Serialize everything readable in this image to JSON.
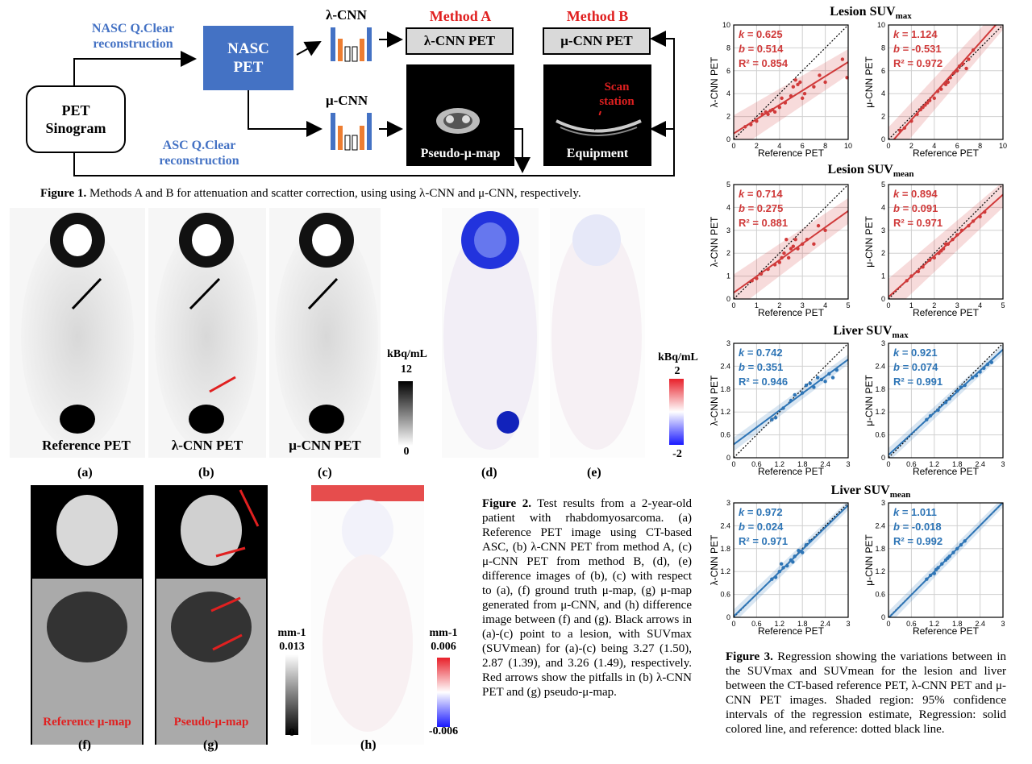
{
  "figure1": {
    "nasc_label": "NASC Q.Clear\nreconstruction",
    "asc_label": "ASC Q.Clear\nreconstruction",
    "sinogram": "PET\nSinogram",
    "nasc_pet": "NASC\nPET",
    "lambda_cnn": "λ-CNN",
    "mu_cnn": "μ-CNN",
    "method_a": "Method A",
    "method_b": "Method B",
    "lambda_cnn_pet": "λ-CNN PET",
    "mu_cnn_pet": "μ-CNN PET",
    "pseudo_mu_map": "Pseudo-μ-map",
    "equipment": "Equipment",
    "scan_station": "Scan\nstation",
    "caption_label": "Figure 1.",
    "caption_text": " Methods A and B for attenuation and scatter correction, using using λ-CNN and μ-CNN, respectively."
  },
  "figure2": {
    "labels": {
      "reference_pet": "Reference PET",
      "lambda_cnn_pet": "λ-CNN PET",
      "mu_cnn_pet": "μ-CNN PET",
      "reference_mu_map": "Reference μ-map",
      "pseudo_mu_map": "Pseudo-μ-map"
    },
    "panels": [
      "(a)",
      "(b)",
      "(c)",
      "(d)",
      "(e)",
      "(f)",
      "(g)",
      "(h)"
    ],
    "scale_pet": {
      "unit": "kBq/mL",
      "max": "12",
      "min": "0"
    },
    "scale_diff": {
      "unit": "kBq/mL",
      "max": "2",
      "min": "-2"
    },
    "scale_mu": {
      "unit": "mm-1",
      "max": "0.013",
      "min": "0"
    },
    "scale_mu_diff": {
      "unit": "mm-1",
      "max": "0.006",
      "min": "-0.006"
    },
    "caption_label": "Figure 2.",
    "caption_text": " Test results from a 2-year-old patient with rhabdomyosarcoma. (a) Reference PET image using CT-based ASC, (b) λ-CNN PET from method A, (c) μ-CNN PET from method B, (d), (e) difference images of (b), (c) with respect to (a), (f) ground truth μ-map, (g) μ-map generated from μ-CNN, and (h) difference image between (f) and (g). Black arrows in (a)-(c) point to a lesion, with SUVmax (SUVmean) for (a)-(c) being 3.27 (1.50), 2.87 (1.39), and 3.26 (1.49), respectively. Red arrows show the pitfalls in (b) λ-CNN PET and (g) pseudo-μ-map."
  },
  "figure3": {
    "caption_label": "Figure 3.",
    "caption_text": " Regression showing the variations between in the SUVmax and SUVmean for the lesion and liver between the CT-based reference PET, λ-CNN PET and μ-CNN PET images. Shaded region: 95% confidence intervals of the regression estimate, Regression: solid colored line, and reference: dotted black line."
  },
  "chart_data": [
    {
      "type": "scatter",
      "group": "Lesion SUVmax",
      "xlabel": "Reference PET",
      "ylabel": "λ-CNN PET",
      "xlim": [
        0,
        10
      ],
      "ylim": [
        0,
        10
      ],
      "k": "0.625",
      "b": "0.514",
      "r2": "0.854",
      "color": "#d03a3a",
      "points": [
        [
          1,
          1.1
        ],
        [
          1.5,
          1.3
        ],
        [
          2,
          1.6
        ],
        [
          2.5,
          2.2
        ],
        [
          2.8,
          2.4
        ],
        [
          3,
          2.2
        ],
        [
          3.2,
          2.5
        ],
        [
          3.4,
          2.6
        ],
        [
          3.6,
          2.4
        ],
        [
          4,
          2.8
        ],
        [
          4.2,
          3.6
        ],
        [
          4.5,
          3.2
        ],
        [
          5,
          3.8
        ],
        [
          5.2,
          4.6
        ],
        [
          5.4,
          5.2
        ],
        [
          5.6,
          4.8
        ],
        [
          5.8,
          5.0
        ],
        [
          6,
          3.6
        ],
        [
          6.2,
          4.0
        ],
        [
          7,
          4.6
        ],
        [
          7.5,
          5.6
        ],
        [
          8,
          5.0
        ],
        [
          9.5,
          7.0
        ],
        [
          9.9,
          5.4
        ]
      ]
    },
    {
      "type": "scatter",
      "group": "Lesion SUVmax",
      "xlabel": "Reference PET",
      "ylabel": "μ-CNN PET",
      "xlim": [
        0,
        10
      ],
      "ylim": [
        0,
        10
      ],
      "k": "1.124",
      "b": "-0.531",
      "r2": "0.972",
      "color": "#d03a3a",
      "points": [
        [
          1,
          0.8
        ],
        [
          1.4,
          1.0
        ],
        [
          2,
          1.6
        ],
        [
          2.5,
          2.2
        ],
        [
          2.8,
          2.6
        ],
        [
          3,
          2.8
        ],
        [
          3.2,
          3.0
        ],
        [
          3.4,
          3.2
        ],
        [
          3.6,
          3.4
        ],
        [
          4,
          3.6
        ],
        [
          4.3,
          4.2
        ],
        [
          4.6,
          4.4
        ],
        [
          5,
          4.8
        ],
        [
          5.2,
          5.0
        ],
        [
          5.4,
          5.4
        ],
        [
          5.7,
          5.8
        ],
        [
          6,
          6.0
        ],
        [
          6.2,
          6.4
        ],
        [
          6.5,
          6.6
        ],
        [
          7,
          7.0
        ],
        [
          7.4,
          7.8
        ],
        [
          6.8,
          6.2
        ]
      ]
    },
    {
      "type": "scatter",
      "group": "Lesion SUVmean",
      "xlabel": "Reference PET",
      "ylabel": "λ-CNN PET",
      "xlim": [
        0,
        5
      ],
      "ylim": [
        0,
        5
      ],
      "k": "0.714",
      "b": "0.275",
      "r2": "0.881",
      "color": "#d03a3a",
      "points": [
        [
          0.8,
          0.8
        ],
        [
          1.0,
          0.9
        ],
        [
          1.2,
          1.1
        ],
        [
          1.5,
          1.3
        ],
        [
          1.8,
          1.5
        ],
        [
          2.0,
          1.6
        ],
        [
          2.1,
          1.8
        ],
        [
          2.2,
          2.0
        ],
        [
          2.4,
          1.8
        ],
        [
          2.5,
          2.2
        ],
        [
          2.6,
          2.3
        ],
        [
          2.7,
          2.6
        ],
        [
          2.8,
          2.2
        ],
        [
          3.0,
          2.4
        ],
        [
          3.2,
          2.6
        ],
        [
          3.5,
          2.4
        ],
        [
          3.7,
          3.2
        ],
        [
          4.0,
          3.0
        ],
        [
          2.3,
          2.6
        ]
      ]
    },
    {
      "type": "scatter",
      "group": "Lesion SUVmean",
      "xlabel": "Reference PET",
      "ylabel": "μ-CNN PET",
      "xlim": [
        0,
        5
      ],
      "ylim": [
        0,
        5
      ],
      "k": "0.894",
      "b": "0.091",
      "r2": "0.971",
      "color": "#d03a3a",
      "points": [
        [
          0.8,
          0.8
        ],
        [
          1.0,
          1.0
        ],
        [
          1.3,
          1.2
        ],
        [
          1.5,
          1.4
        ],
        [
          1.8,
          1.7
        ],
        [
          2.0,
          1.8
        ],
        [
          2.2,
          2.0
        ],
        [
          2.4,
          2.2
        ],
        [
          2.5,
          2.4
        ],
        [
          2.6,
          2.4
        ],
        [
          2.8,
          2.6
        ],
        [
          3.0,
          2.8
        ],
        [
          3.2,
          3.0
        ],
        [
          3.5,
          3.2
        ],
        [
          3.7,
          3.4
        ],
        [
          4.0,
          3.6
        ],
        [
          4.2,
          3.8
        ],
        [
          2.3,
          2.1
        ]
      ]
    },
    {
      "type": "scatter",
      "group": "Liver SUVmax",
      "xlabel": "Reference PET",
      "ylabel": "λ-CNN PET",
      "xlim": [
        0,
        3
      ],
      "ylim": [
        0,
        3
      ],
      "k": "0.742",
      "b": "0.351",
      "r2": "0.946",
      "color": "#2e75b6",
      "points": [
        [
          1.0,
          1.0
        ],
        [
          1.1,
          1.05
        ],
        [
          1.3,
          1.3
        ],
        [
          1.5,
          1.5
        ],
        [
          1.6,
          1.65
        ],
        [
          1.8,
          1.7
        ],
        [
          1.9,
          1.9
        ],
        [
          2.0,
          1.95
        ],
        [
          2.1,
          1.85
        ],
        [
          2.2,
          2.1
        ],
        [
          2.3,
          2.05
        ],
        [
          2.5,
          2.2
        ],
        [
          2.6,
          2.1
        ],
        [
          2.7,
          2.3
        ],
        [
          2.4,
          2.0
        ]
      ]
    },
    {
      "type": "scatter",
      "group": "Liver SUVmax",
      "xlabel": "Reference PET",
      "ylabel": "μ-CNN PET",
      "xlim": [
        0,
        3
      ],
      "ylim": [
        0,
        3
      ],
      "k": "0.921",
      "b": "0.074",
      "r2": "0.991",
      "color": "#2e75b6",
      "points": [
        [
          1.0,
          1.0
        ],
        [
          1.1,
          1.1
        ],
        [
          1.3,
          1.25
        ],
        [
          1.5,
          1.45
        ],
        [
          1.6,
          1.55
        ],
        [
          1.8,
          1.75
        ],
        [
          1.9,
          1.85
        ],
        [
          2.0,
          1.9
        ],
        [
          2.2,
          2.1
        ],
        [
          2.3,
          2.15
        ],
        [
          2.5,
          2.35
        ],
        [
          2.6,
          2.45
        ],
        [
          2.7,
          2.5
        ],
        [
          2.4,
          2.25
        ]
      ]
    },
    {
      "type": "scatter",
      "group": "Liver SUVmean",
      "xlabel": "Reference PET",
      "ylabel": "λ-CNN PET",
      "xlim": [
        0,
        3
      ],
      "ylim": [
        0,
        3
      ],
      "k": "0.972",
      "b": "0.024",
      "r2": "0.971",
      "color": "#2e75b6",
      "points": [
        [
          1.0,
          1.0
        ],
        [
          1.1,
          1.05
        ],
        [
          1.2,
          1.2
        ],
        [
          1.3,
          1.3
        ],
        [
          1.4,
          1.35
        ],
        [
          1.5,
          1.5
        ],
        [
          1.6,
          1.6
        ],
        [
          1.7,
          1.75
        ],
        [
          1.8,
          1.7
        ],
        [
          1.9,
          1.9
        ],
        [
          2.0,
          2.0
        ],
        [
          1.55,
          1.45
        ],
        [
          1.25,
          1.4
        ]
      ]
    },
    {
      "type": "scatter",
      "group": "Liver SUVmean",
      "xlabel": "Reference PET",
      "ylabel": "μ-CNN PET",
      "xlim": [
        0,
        3
      ],
      "ylim": [
        0,
        3
      ],
      "k": "1.011",
      "b": "-0.018",
      "r2": "0.992",
      "color": "#2e75b6",
      "points": [
        [
          1.0,
          1.0
        ],
        [
          1.1,
          1.1
        ],
        [
          1.2,
          1.15
        ],
        [
          1.3,
          1.3
        ],
        [
          1.4,
          1.4
        ],
        [
          1.5,
          1.5
        ],
        [
          1.6,
          1.6
        ],
        [
          1.7,
          1.7
        ],
        [
          1.8,
          1.8
        ],
        [
          1.9,
          1.9
        ],
        [
          2.0,
          2.0
        ],
        [
          1.55,
          1.55
        ],
        [
          1.25,
          1.25
        ]
      ]
    }
  ],
  "chart_titles": [
    {
      "main": "Lesion SUV",
      "sub": "max"
    },
    {
      "main": "Lesion SUV",
      "sub": "mean"
    },
    {
      "main": "Liver SUV",
      "sub": "max"
    },
    {
      "main": "Liver SUV",
      "sub": "mean"
    }
  ]
}
